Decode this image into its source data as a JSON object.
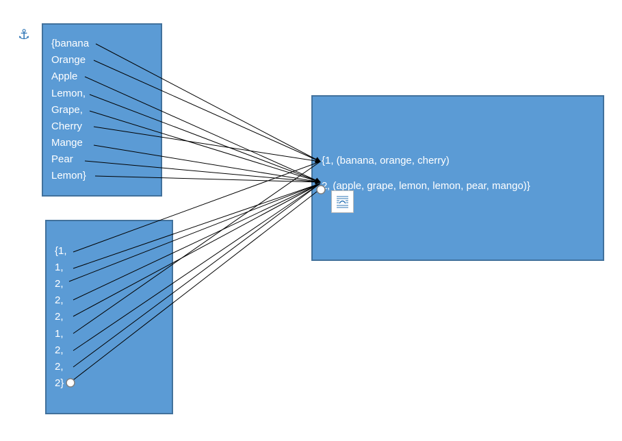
{
  "anchor_icon": "anchor-icon",
  "fruit_list": [
    "{banana",
    "Orange",
    "Apple",
    "Lemon,",
    "Grape,",
    "Cherry",
    "Mange",
    "Pear",
    "Lemon}"
  ],
  "number_list": [
    "{1,",
    "1,",
    "2,",
    "2,",
    "2,",
    "1,",
    "2,",
    "2,",
    "2}"
  ],
  "result": {
    "line1": "{1, (banana, orange, cherry)",
    "line2_prefix": "2",
    "line2": ", (apple, grape, lemon, lemon, pear, mango)}"
  },
  "layout_options_icon": "layout-options-icon",
  "colors": {
    "box_fill": "#5b9bd5",
    "box_border": "#41719c",
    "arrow": "#000000"
  }
}
